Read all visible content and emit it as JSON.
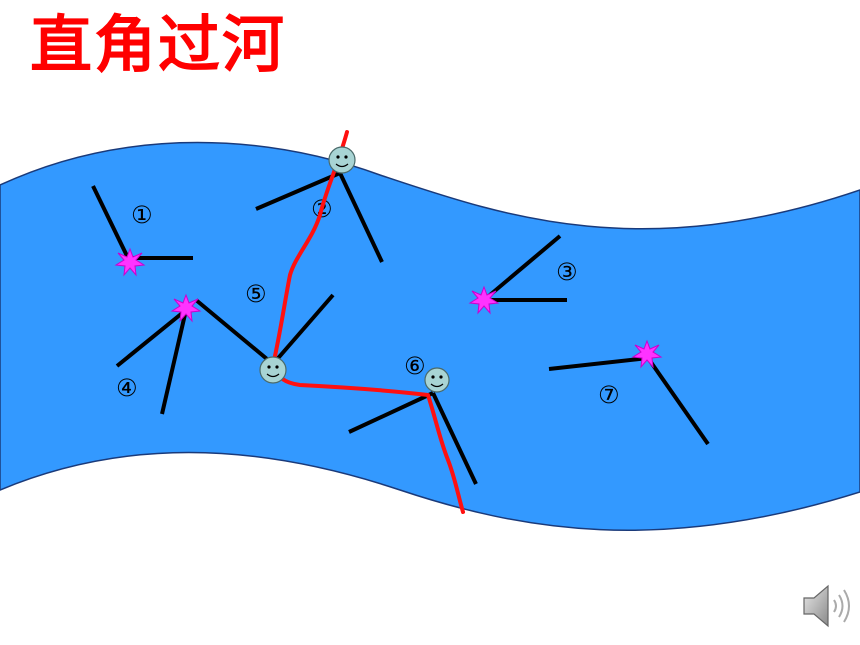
{
  "title": "直角过河",
  "colors": {
    "title": "#ff0000",
    "river": "#3399ff",
    "river_outline": "#1a3a7a",
    "stick": "#000000",
    "path": "#ff0000",
    "star": "#ff33ff",
    "face": "#a8d4d4"
  },
  "labels": {
    "l1": "①",
    "l2": "②",
    "l3": "③",
    "l4": "④",
    "l5": "⑤",
    "l6": "⑥",
    "l7": "⑦"
  },
  "icons": {
    "speaker": "speaker-icon",
    "star": "starburst-icon",
    "face": "smiley-face-icon"
  }
}
